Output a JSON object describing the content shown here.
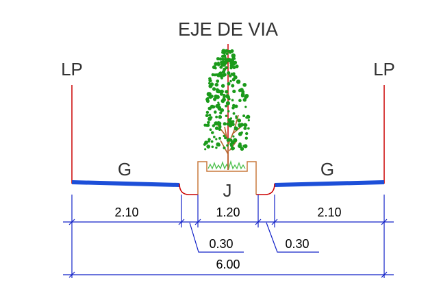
{
  "labels": {
    "axis": "EJE DE VIA",
    "lp_left": "LP",
    "lp_right": "LP",
    "g_left": "G",
    "g_right": "G",
    "j": "J"
  },
  "dimensions": {
    "left_sidewalk": "2.10",
    "median": "1.20",
    "right_sidewalk": "2.10",
    "left_curb": "0.30",
    "right_curb": "0.30",
    "total": "6.00"
  },
  "colors": {
    "property_line": "#cc0000",
    "sidewalk": "#1d4fd8",
    "dimension": "#1020c8",
    "tree_leaves": "#1a9a1a",
    "trunk": "#b4632a",
    "grass": "#4cc04c",
    "median_box": "#c8783c"
  }
}
